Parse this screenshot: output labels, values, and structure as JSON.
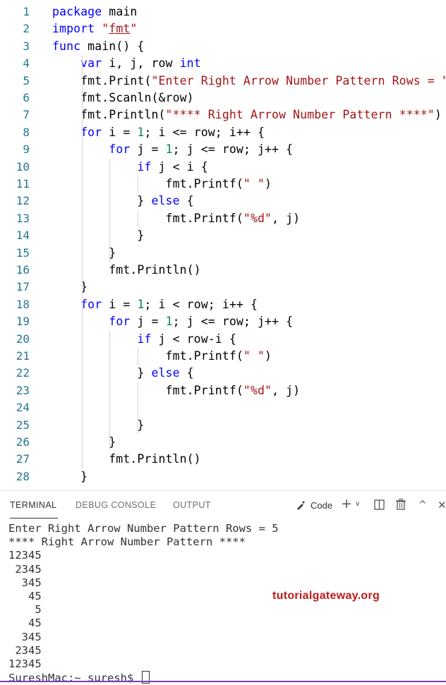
{
  "editor": {
    "lines": [
      {
        "n": "1",
        "parts": [
          {
            "t": "package",
            "c": "kw"
          },
          {
            "t": " main"
          }
        ]
      },
      {
        "n": "2",
        "parts": [
          {
            "t": "import",
            "c": "kw"
          },
          {
            "t": " "
          },
          {
            "t": "\"",
            "c": "str"
          },
          {
            "t": "fmt",
            "c": "str fmt-underline"
          },
          {
            "t": "\"",
            "c": "str"
          }
        ]
      },
      {
        "n": "3",
        "parts": [
          {
            "t": "func",
            "c": "kw"
          },
          {
            "t": " main() {"
          }
        ]
      },
      {
        "n": "4",
        "parts": [
          {
            "t": "    "
          },
          {
            "t": "var",
            "c": "kw"
          },
          {
            "t": " i, j, row "
          },
          {
            "t": "int",
            "c": "kw"
          }
        ]
      },
      {
        "n": "5",
        "parts": [
          {
            "t": "    fmt.Print("
          },
          {
            "t": "\"Enter Right Arrow Number Pattern Rows = \"",
            "c": "str"
          },
          {
            "t": ")"
          }
        ]
      },
      {
        "n": "6",
        "parts": [
          {
            "t": "    fmt.Scanln(&row)"
          }
        ]
      },
      {
        "n": "7",
        "parts": [
          {
            "t": "    fmt.Println("
          },
          {
            "t": "\"**** Right Arrow Number Pattern ****\"",
            "c": "str"
          },
          {
            "t": ")"
          }
        ]
      },
      {
        "n": "8",
        "parts": [
          {
            "t": "    "
          },
          {
            "t": "for",
            "c": "kw"
          },
          {
            "t": " i = "
          },
          {
            "t": "1",
            "c": "num"
          },
          {
            "t": "; i <= row; i++ {"
          }
        ]
      },
      {
        "n": "9",
        "parts": [
          {
            "t": "        "
          },
          {
            "t": "for",
            "c": "kw"
          },
          {
            "t": " j = "
          },
          {
            "t": "1",
            "c": "num"
          },
          {
            "t": "; j <= row; j++ {"
          }
        ]
      },
      {
        "n": "10",
        "parts": [
          {
            "t": "            "
          },
          {
            "t": "if",
            "c": "kw"
          },
          {
            "t": " j < i {"
          }
        ]
      },
      {
        "n": "11",
        "parts": [
          {
            "t": "                fmt.Printf("
          },
          {
            "t": "\" \"",
            "c": "str"
          },
          {
            "t": ")"
          }
        ]
      },
      {
        "n": "12",
        "parts": [
          {
            "t": "            } "
          },
          {
            "t": "else",
            "c": "kw"
          },
          {
            "t": " {"
          }
        ]
      },
      {
        "n": "13",
        "parts": [
          {
            "t": "                fmt.Printf("
          },
          {
            "t": "\"%d\"",
            "c": "str"
          },
          {
            "t": ", j)"
          }
        ]
      },
      {
        "n": "14",
        "parts": [
          {
            "t": "            }"
          }
        ]
      },
      {
        "n": "15",
        "parts": [
          {
            "t": "        }"
          }
        ]
      },
      {
        "n": "16",
        "parts": [
          {
            "t": "        fmt.Println()"
          }
        ]
      },
      {
        "n": "17",
        "parts": [
          {
            "t": "    }"
          }
        ]
      },
      {
        "n": "18",
        "parts": [
          {
            "t": "    "
          },
          {
            "t": "for",
            "c": "kw"
          },
          {
            "t": " i = "
          },
          {
            "t": "1",
            "c": "num"
          },
          {
            "t": "; i < row; i++ {"
          }
        ]
      },
      {
        "n": "19",
        "parts": [
          {
            "t": "        "
          },
          {
            "t": "for",
            "c": "kw"
          },
          {
            "t": " j = "
          },
          {
            "t": "1",
            "c": "num"
          },
          {
            "t": "; j <= row; j++ {"
          }
        ]
      },
      {
        "n": "20",
        "parts": [
          {
            "t": "            "
          },
          {
            "t": "if",
            "c": "kw"
          },
          {
            "t": " j < row-i {"
          }
        ]
      },
      {
        "n": "21",
        "parts": [
          {
            "t": "                fmt.Printf("
          },
          {
            "t": "\" \"",
            "c": "str"
          },
          {
            "t": ")"
          }
        ]
      },
      {
        "n": "22",
        "parts": [
          {
            "t": "            } "
          },
          {
            "t": "else",
            "c": "kw"
          },
          {
            "t": " {"
          }
        ]
      },
      {
        "n": "23",
        "parts": [
          {
            "t": "                fmt.Printf("
          },
          {
            "t": "\"%d\"",
            "c": "str"
          },
          {
            "t": ", j)"
          }
        ]
      },
      {
        "n": "24",
        "parts": []
      },
      {
        "n": "25",
        "parts": [
          {
            "t": "            }"
          }
        ]
      },
      {
        "n": "26",
        "parts": [
          {
            "t": "        }"
          }
        ]
      },
      {
        "n": "27",
        "parts": [
          {
            "t": "        fmt.Println()"
          }
        ]
      },
      {
        "n": "28",
        "parts": [
          {
            "t": "    }"
          }
        ]
      }
    ]
  },
  "panel": {
    "tabs": [
      "TERMINAL",
      "DEBUG CONSOLE",
      "OUTPUT"
    ],
    "active_tab": "TERMINAL",
    "shell_label": "Code"
  },
  "terminal": {
    "lines": [
      "Enter Right Arrow Number Pattern Rows = 5",
      "**** Right Arrow Number Pattern ****",
      "12345",
      " 2345",
      "  345",
      "   45",
      "    5",
      "   45",
      "  345",
      " 2345",
      "12345"
    ],
    "prompt": "SureshMac:~ suresh$ "
  },
  "watermark": "tutorialgateway.org",
  "colors": {
    "keyword": "#0000ff",
    "string": "#a31515",
    "number": "#098658",
    "line_number": "#237893",
    "accent_bar": "#7b3fb8"
  }
}
